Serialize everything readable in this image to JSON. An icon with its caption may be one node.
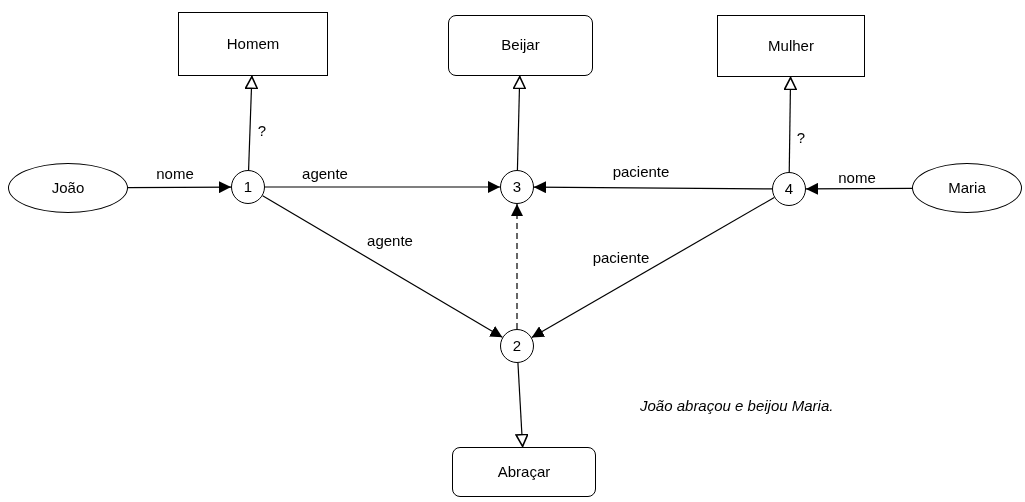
{
  "diagram": {
    "nodes": [
      {
        "text": [
          "Homem"
        ]
      },
      {
        "text": [
          "Beijar"
        ]
      },
      {
        "text": [
          "Mulher"
        ]
      },
      {
        "text": [
          "João"
        ]
      },
      {
        "text": [
          "1"
        ]
      },
      {
        "text": [
          "3"
        ]
      },
      {
        "text": [
          "4"
        ]
      },
      {
        "text": [
          "Maria"
        ]
      },
      {
        "text": [
          "2"
        ]
      },
      {
        "text": [
          "Abraçar"
        ]
      }
    ],
    "edges": [
      {
        "from": 4,
        "to": 0,
        "arrow": "to",
        "label": "?"
      },
      {
        "from": 5,
        "to": 1,
        "arrow": "to"
      },
      {
        "from": 6,
        "to": 2,
        "arrow": "to",
        "label": "?"
      },
      {
        "from": 3,
        "to": 4,
        "arrow": "to",
        "label": "nome"
      },
      {
        "from": 4,
        "to": 5,
        "arrow": "to",
        "label": "agente"
      },
      {
        "from": 6,
        "to": 5,
        "arrow": "to",
        "label": "paciente"
      },
      {
        "from": 7,
        "to": 6,
        "arrow": "to",
        "label": "nome"
      },
      {
        "from": 4,
        "to": 8,
        "arrow": "to",
        "label": "agente"
      },
      {
        "from": 6,
        "to": 8,
        "arrow": "to",
        "label": "paciente"
      },
      {
        "from": 8,
        "to": 5,
        "arrow": "to",
        "style": "dashed"
      },
      {
        "from": 8,
        "to": 9,
        "arrow": "to"
      }
    ],
    "labels": [
      "João abraçou e beijou Maria."
    ]
  }
}
